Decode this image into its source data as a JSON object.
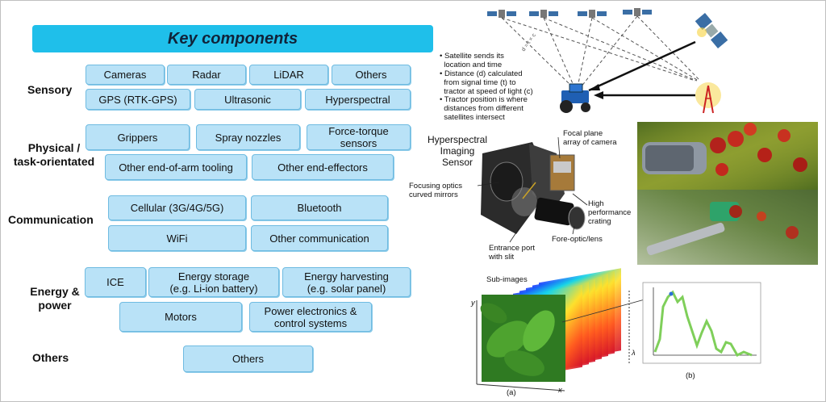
{
  "title": "Key components",
  "categories": {
    "sensory": "Sensory",
    "physical": "Physical /\ntask-orientated",
    "communication": "Communication",
    "energy": "Energy &\npower",
    "others": "Others"
  },
  "sensory": [
    "Cameras",
    "Radar",
    "LiDAR",
    "Others",
    "GPS (RTK-GPS)",
    "Ultrasonic",
    "Hyperspectral"
  ],
  "physical": [
    "Grippers",
    "Spray nozzles",
    "Force-torque\nsensors",
    "Other end-of-arm tooling",
    "Other end-effectors"
  ],
  "communication": [
    "Cellular (3G/4G/5G)",
    "Bluetooth",
    "WiFi",
    "Other communication"
  ],
  "energy": [
    "ICE",
    "Energy storage\n(e.g. Li-ion battery)",
    "Energy harvesting\n(e.g. solar panel)",
    "Motors",
    "Power electronics &\ncontrol systems"
  ],
  "others_box": "Others",
  "gps": {
    "bullets": [
      "• Satellite sends its\n  location and time",
      "• Distance (d) calculated\n  from signal time (t) to\n  tractor at speed of light (c)",
      "• Tractor position is where\n  distances from different\n  satellites intersect"
    ],
    "beam_label": "d = t × c"
  },
  "camera": {
    "title": "Hyperspectral\nImaging\nSensor",
    "focal": "Focal plane\narray of camera",
    "focusing": "Focusing optics\ncurved mirrors",
    "grating": "High\nperformance\ncrating",
    "entrance": "Entrance port\nwith slit",
    "foreoptic": "Fore-optic/lens"
  },
  "cube": {
    "subimages": "Sub-images",
    "label_a": "(a)",
    "label_b": "(b)",
    "axis_y": "y",
    "axis_x": "x",
    "axis_lambda": "λ"
  },
  "colors": {
    "title_bg": "#1fbfea",
    "box_bg": "#b9e2f7",
    "box_border": "#6fbbe1"
  }
}
